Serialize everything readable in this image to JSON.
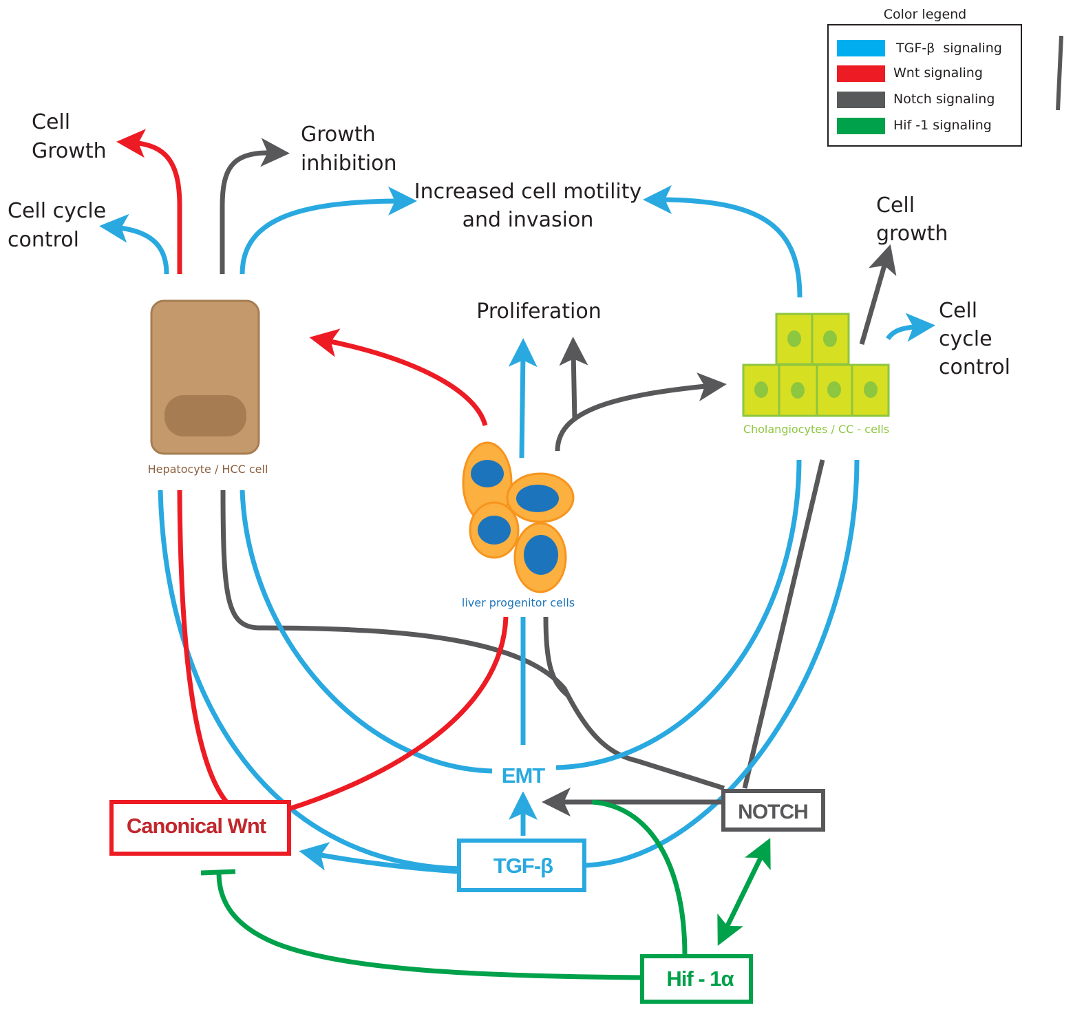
{
  "colors": {
    "tgfb": "#29a9e0",
    "wnt": "#ed1c24",
    "notch": "#58585a",
    "hif": "#00a14b",
    "hepatocyte_fill": "#c49a6c",
    "hepatocyte_stroke": "#a67c52",
    "hepatocyte_nucleus": "#a67c52",
    "hepatocyte_label": "#8b5e3c",
    "progenitor_fill": "#fbb040",
    "progenitor_stroke": "#f7941d",
    "progenitor_nucleus": "#1c75bc",
    "progenitor_label": "#1c75bc",
    "cholangio_fill": "#d7df23",
    "cholangio_stroke": "#8dc63f",
    "cholangio_nucleus": "#8dc63f",
    "cholangio_label": "#8dc63f",
    "wnt_box_text": "#c1272d",
    "text": "#231f20"
  },
  "legend": {
    "title": "Color legend",
    "items": [
      {
        "label": "TGF-β  signaling",
        "color": "#00aeef"
      },
      {
        "label": "Wnt signaling",
        "color": "#ed1c24"
      },
      {
        "label": "Notch signaling",
        "color": "#58595b"
      },
      {
        "label": "Hif -1 signaling",
        "color": "#00a14b"
      }
    ]
  },
  "cells": {
    "hepatocyte": "Hepatocyte / HCC cell",
    "progenitor": "liver progenitor cells",
    "cholangiocyte": "Cholangiocytes / CC - cells"
  },
  "outcomes": {
    "cell_growth_left": [
      "Cell",
      "Growth"
    ],
    "growth_inhibition": [
      "Growth",
      "inhibition"
    ],
    "cell_cycle_left": [
      "Cell cycle",
      "control"
    ],
    "motility": [
      "Increased cell motility",
      "and invasion"
    ],
    "proliferation": "Proliferation",
    "cell_growth_right": [
      "Cell",
      "growth"
    ],
    "cell_cycle_right": [
      "Cell",
      "cycle",
      "control"
    ]
  },
  "nodes": {
    "emt": "EMT",
    "canonical_wnt": "Canonical Wnt",
    "tgfb": "TGF-β",
    "notch": "NOTCH",
    "hif": "Hif - 1α"
  }
}
